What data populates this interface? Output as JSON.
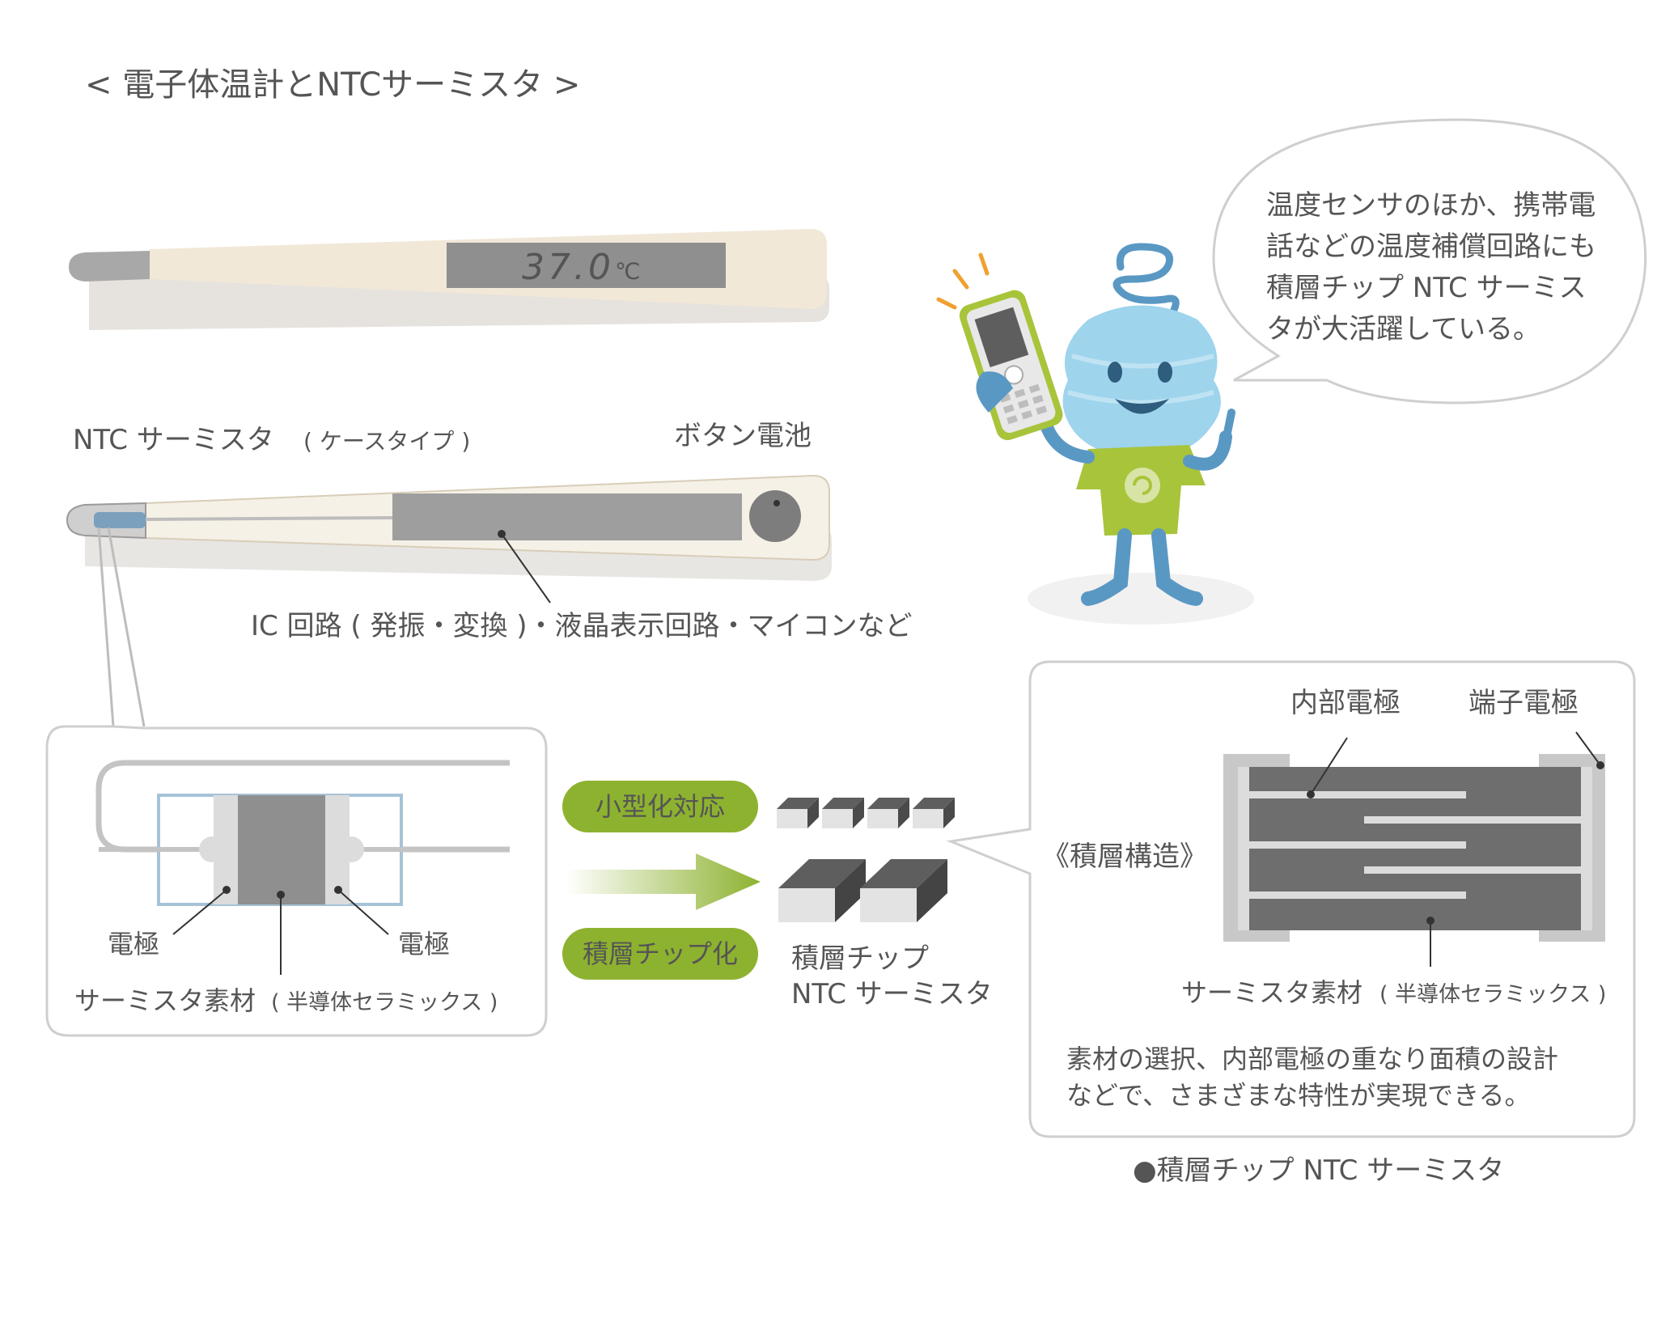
{
  "title": "< 電子体温計とNTCサーミスタ >",
  "thermometer_display": {
    "value": "37.0",
    "unit": "℃"
  },
  "labels": {
    "ntc_case": "NTC サーミスタ",
    "ntc_case_sub": "( ケースタイプ )",
    "button_battery": "ボタン電池",
    "ic_circuit": "IC 回路 ( 発振・変換 )・液晶表示回路・マイコンなど",
    "electrode_left": "電極",
    "electrode_right": "電極",
    "thermistor_material": "サーミスタ素材",
    "thermistor_material_sub": "( 半導体セラミックス )"
  },
  "tags": {
    "miniaturization": "小型化対応",
    "multilayer": "積層チップ化"
  },
  "chip_caption": {
    "line1": "積層チップ",
    "line2": "NTC サーミスタ"
  },
  "speech_bubble": {
    "lines": [
      "温度センサのほか、携帯電",
      "話などの温度補償回路にも",
      "積層チップ NTC サーミス",
      "タが大活躍している。"
    ]
  },
  "structure": {
    "label": "《積層構造》",
    "internal_electrode": "内部電極",
    "terminal_electrode": "端子電極",
    "material": "サーミスタ素材",
    "material_sub": "( 半導体セラミックス )",
    "note_lines": [
      "素材の選択、内部電極の重なり面積の設計",
      "などで、さまざまな特性が実現できる。"
    ]
  },
  "footer_caption": "●積層チップ NTC サーミスタ",
  "colors": {
    "accent_green": "#8db230",
    "thermometer_body": "#f1e8d8",
    "mascot_blue": "#9ed4ec",
    "gray_dark": "#6e6e6e",
    "gray_light": "#c8c8c8",
    "phone_green": "#a8c43a"
  }
}
